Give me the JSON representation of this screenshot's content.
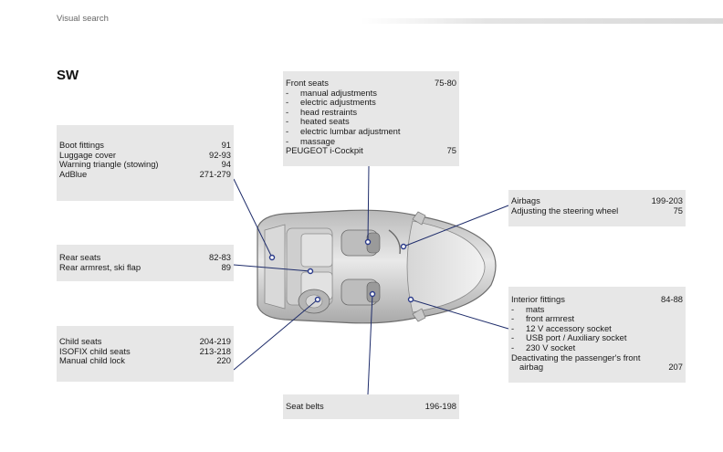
{
  "header": {
    "section": "Visual search"
  },
  "page_title": "SW",
  "boxes": {
    "boot": [
      {
        "label": "Boot fittings",
        "page": "91"
      },
      {
        "label": "Luggage cover",
        "page": "92-93"
      },
      {
        "label": "Warning triangle (stowing)",
        "page": "94"
      },
      {
        "label": "AdBlue",
        "page": "271-279"
      }
    ],
    "rear_seats": [
      {
        "label": "Rear seats",
        "page": "82-83"
      },
      {
        "label": "Rear armrest, ski flap",
        "page": "89"
      }
    ],
    "child": [
      {
        "label": "Child seats",
        "page": "204-219"
      },
      {
        "label": "ISOFIX child seats",
        "page": "213-218"
      },
      {
        "label": "Manual child lock",
        "page": "220"
      }
    ],
    "front_seats": {
      "title": {
        "label": "Front seats",
        "page": "75-80"
      },
      "items": [
        "manual adjustments",
        "electric adjustments",
        "head restraints",
        "heated seats",
        "electric lumbar adjustment",
        "massage"
      ],
      "footer": {
        "label": "PEUGEOT i-Cockpit",
        "page": "75"
      }
    },
    "airbags": [
      {
        "label": "Airbags",
        "page": "199-203"
      },
      {
        "label": "Adjusting the steering wheel",
        "page": "75"
      }
    ],
    "interior": {
      "title": {
        "label": "Interior fittings",
        "page": "84-88"
      },
      "items": [
        "mats",
        "front armrest",
        "12 V accessory socket",
        "USB port / Auxiliary socket",
        "230 V socket"
      ],
      "footer_line1": "Deactivating the passenger's front",
      "footer_line2": "airbag",
      "footer_page": "207"
    },
    "belts": [
      {
        "label": "Seat belts",
        "page": "196-198"
      }
    ]
  },
  "colors": {
    "box_bg": "#e7e7e7",
    "leader": "#1f2d6b",
    "dot": "#2a3a8a"
  },
  "icons": {
    "car": "car-top-view-illustration"
  },
  "dash": "-"
}
